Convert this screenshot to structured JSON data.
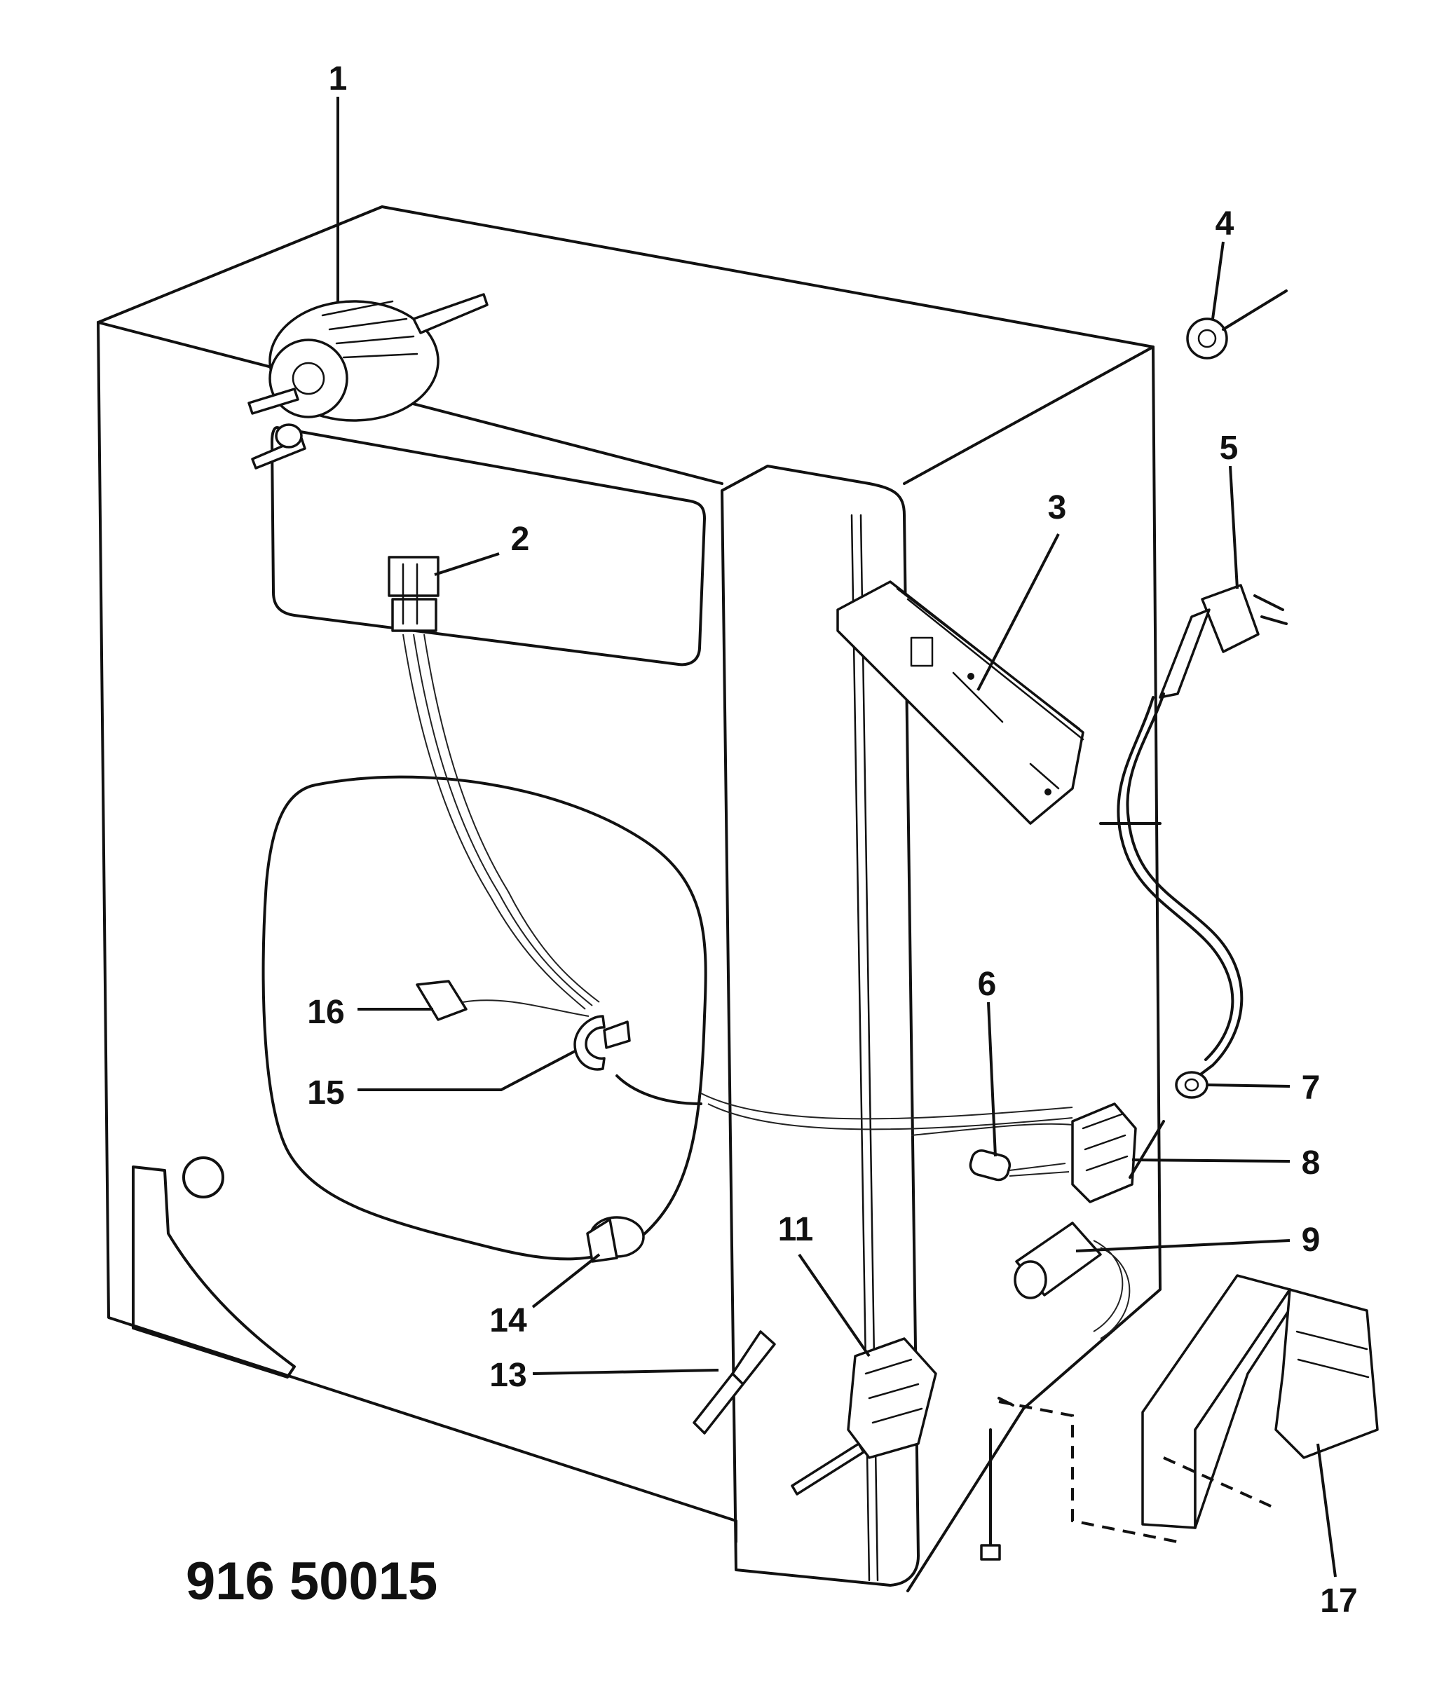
{
  "drawing_number": "916 50015",
  "callouts": [
    {
      "id": "1",
      "label": "1"
    },
    {
      "id": "2",
      "label": "2"
    },
    {
      "id": "3",
      "label": "3"
    },
    {
      "id": "4",
      "label": "4"
    },
    {
      "id": "5",
      "label": "5"
    },
    {
      "id": "6",
      "label": "6"
    },
    {
      "id": "7",
      "label": "7"
    },
    {
      "id": "8",
      "label": "8"
    },
    {
      "id": "9",
      "label": "9"
    },
    {
      "id": "11",
      "label": "11"
    },
    {
      "id": "13",
      "label": "13"
    },
    {
      "id": "14",
      "label": "14"
    },
    {
      "id": "15",
      "label": "15"
    },
    {
      "id": "16",
      "label": "16"
    },
    {
      "id": "17",
      "label": "17"
    }
  ]
}
